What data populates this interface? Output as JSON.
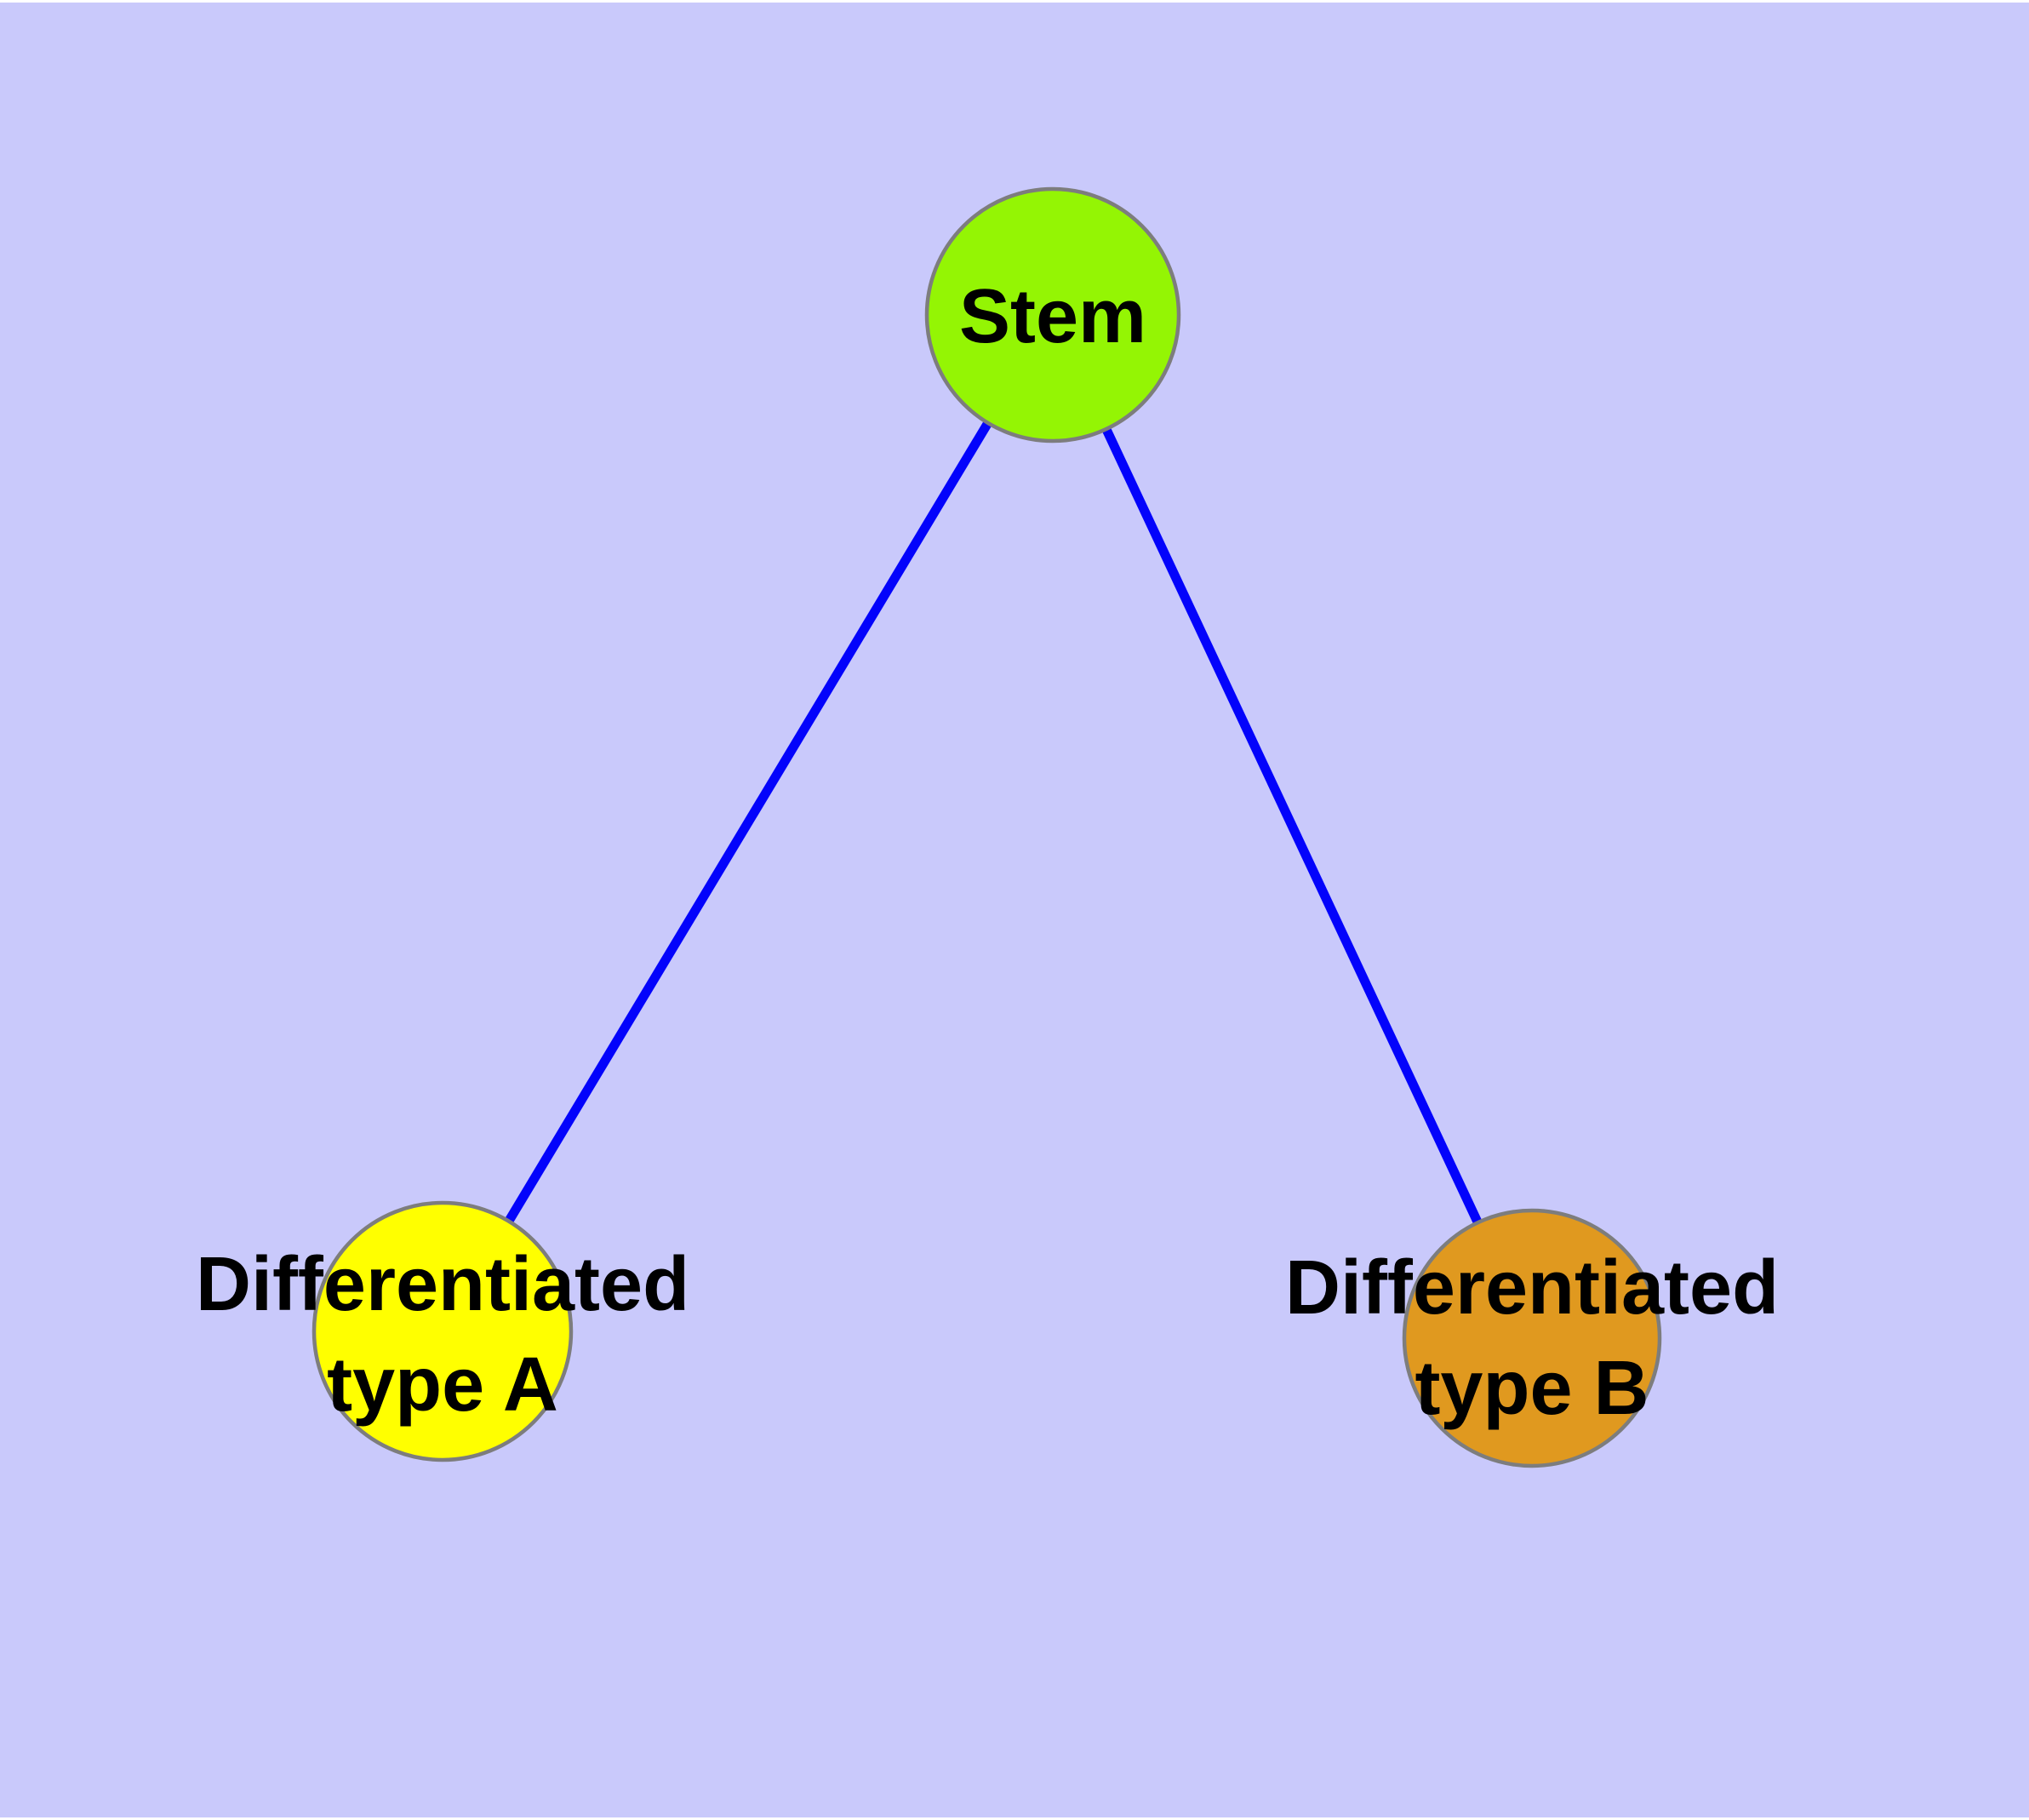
{
  "diagram": {
    "type": "node-link-graph",
    "background_color": "#c9c9fb",
    "frame_color": "#ffffff",
    "edge_color": "#0303fb",
    "node_border_color": "#7d7d7d",
    "label_color": "#000000",
    "nodes": {
      "stem": {
        "label": "Stem",
        "color": "#94f504"
      },
      "type_a": {
        "label": "Differentiated\ntype A",
        "color": "#ffff00"
      },
      "type_b": {
        "label": "Differentiated\ntype B",
        "color": "#e0991f"
      }
    },
    "edges": [
      {
        "from": "Stem",
        "to": "Differentiated type A"
      },
      {
        "from": "Stem",
        "to": "Differentiated type B"
      }
    ]
  }
}
